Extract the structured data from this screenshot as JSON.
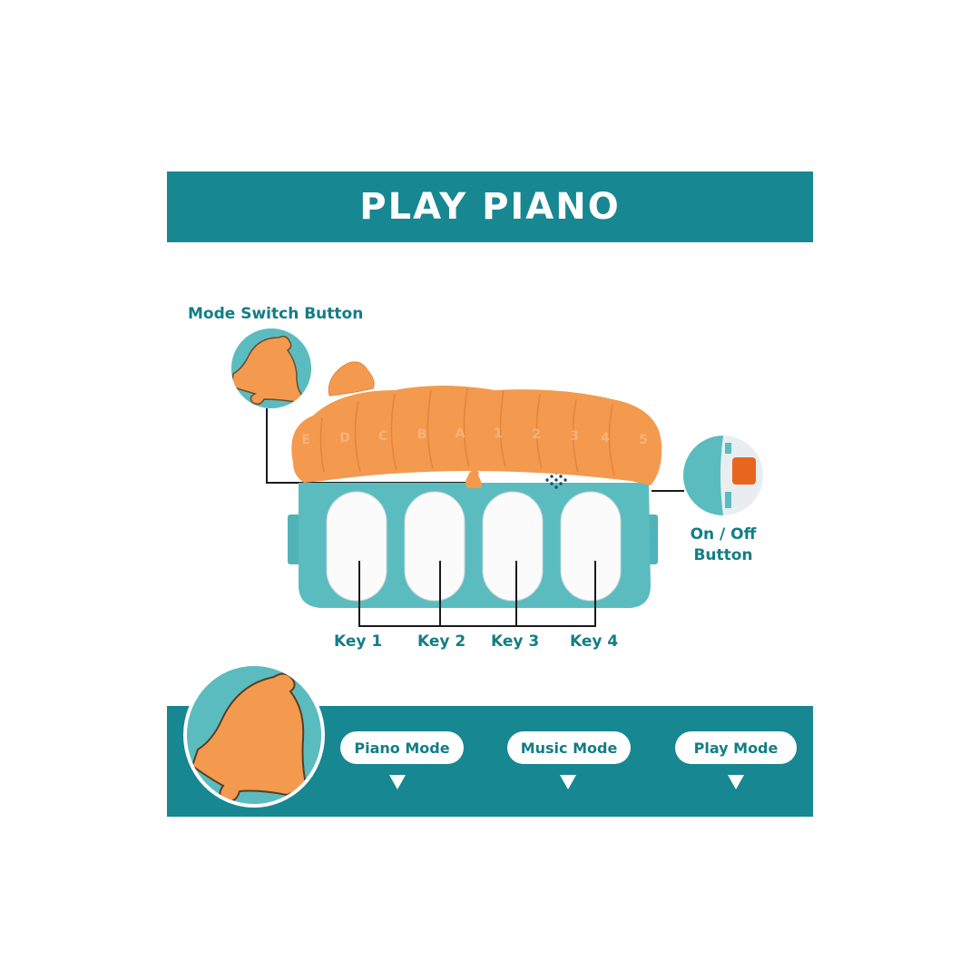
{
  "header": {
    "title": "PLAY PIANO"
  },
  "callouts": {
    "mode_switch": "Mode Switch Button",
    "on_off_line1": "On / Off",
    "on_off_line2": "Button"
  },
  "keys": [
    "Key 1",
    "Key 2",
    "Key 3",
    "Key 4"
  ],
  "roof_letters": [
    "E",
    "D",
    "C",
    "B",
    "A",
    "1",
    "2",
    "3",
    "4",
    "5"
  ],
  "modes": [
    {
      "label": "Piano Mode"
    },
    {
      "label": "Music Mode"
    },
    {
      "label": "Play Mode"
    }
  ],
  "colors": {
    "teal_banner": "#178792",
    "teal_text": "#137d86",
    "toy_teal": "#5bbcc0",
    "toy_orange": "#f39a4e",
    "key_white": "#fbfbfb"
  }
}
